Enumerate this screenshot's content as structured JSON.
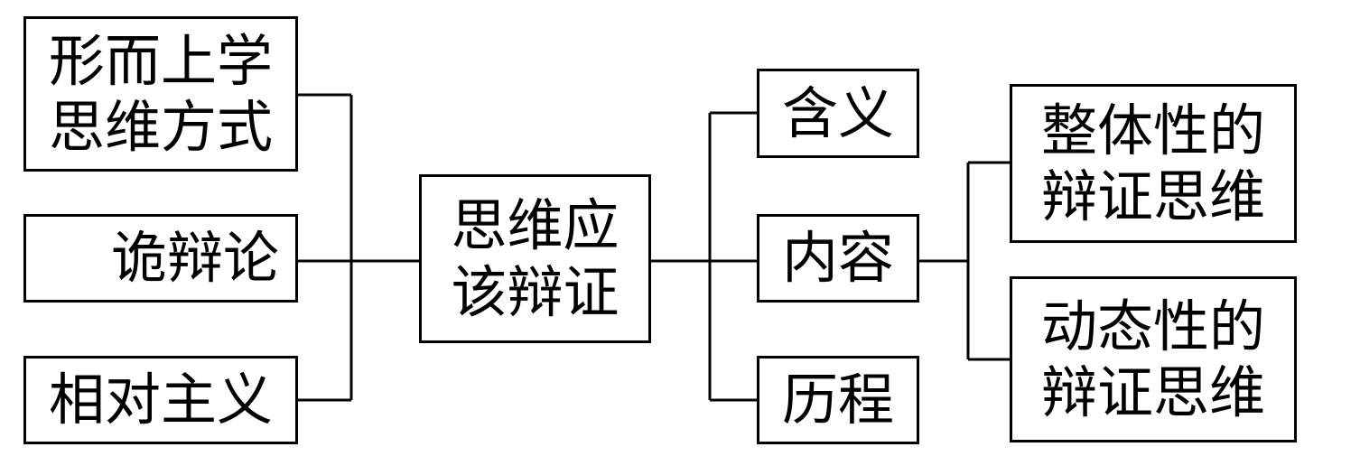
{
  "diagram": {
    "center": "思维应\n该辩证",
    "left": [
      "形而上学\n思维方式",
      "诡辩论",
      "相对主义"
    ],
    "middle": [
      "含义",
      "内容",
      "历程"
    ],
    "right": [
      "整体性的\n辩证思维",
      "动态性的\n辩证思维"
    ]
  },
  "colors": {
    "stroke": "#000000",
    "background": "#ffffff"
  }
}
